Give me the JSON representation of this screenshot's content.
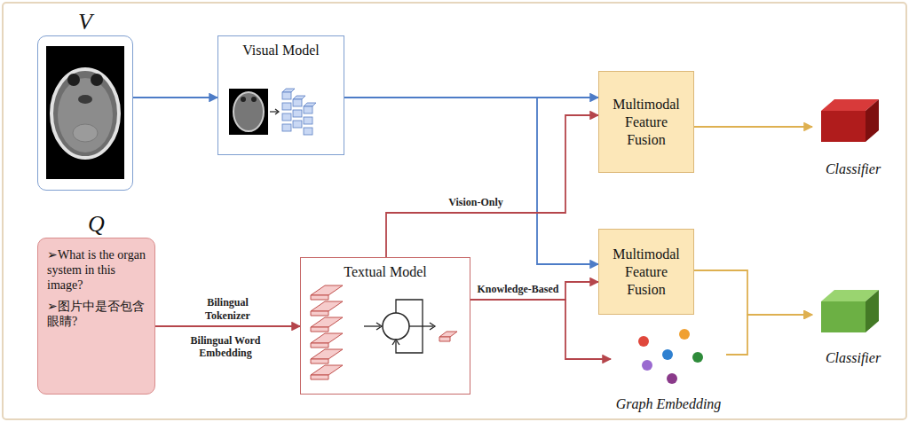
{
  "diagram": {
    "nodes": [
      {
        "text": [
          "V"
        ]
      },
      {
        "text": [
          "Q",
          "➢What is the organ system in this image?",
          "➢图片中是否包含眼睛?"
        ]
      },
      {
        "text": [
          "Visual Model"
        ]
      },
      {
        "text": [
          "Textual Model"
        ]
      },
      {
        "text": [
          "Multimodal Feature Fusion"
        ]
      },
      {
        "text": [
          "Multimodal Feature Fusion"
        ]
      },
      {
        "text": [
          "Classifier"
        ]
      },
      {
        "text": [
          "Classifier"
        ]
      },
      {
        "text": [
          "Graph Embedding"
        ]
      }
    ],
    "edges": [
      {
        "from": 0,
        "to": 2,
        "arrow": "to"
      },
      {
        "from": 1,
        "to": 3,
        "arrow": "to",
        "label": "Bilingual Tokenizer"
      },
      {
        "from": 2,
        "to": 4,
        "arrow": "to"
      },
      {
        "from": 2,
        "to": 5,
        "arrow": "to"
      },
      {
        "from": 3,
        "to": 4,
        "arrow": "to",
        "label": "Vision-Only"
      },
      {
        "from": 3,
        "to": 5,
        "arrow": "to",
        "label": "Knowledge-Based"
      },
      {
        "from": 3,
        "to": 8,
        "arrow": "to"
      },
      {
        "from": 4,
        "to": 6,
        "arrow": "to"
      },
      {
        "from": 5,
        "to": 7,
        "arrow": "to"
      },
      {
        "from": 8,
        "to": 7,
        "arrow": "to"
      }
    ],
    "labels": [
      "Bilingual Word Embedding"
    ]
  }
}
